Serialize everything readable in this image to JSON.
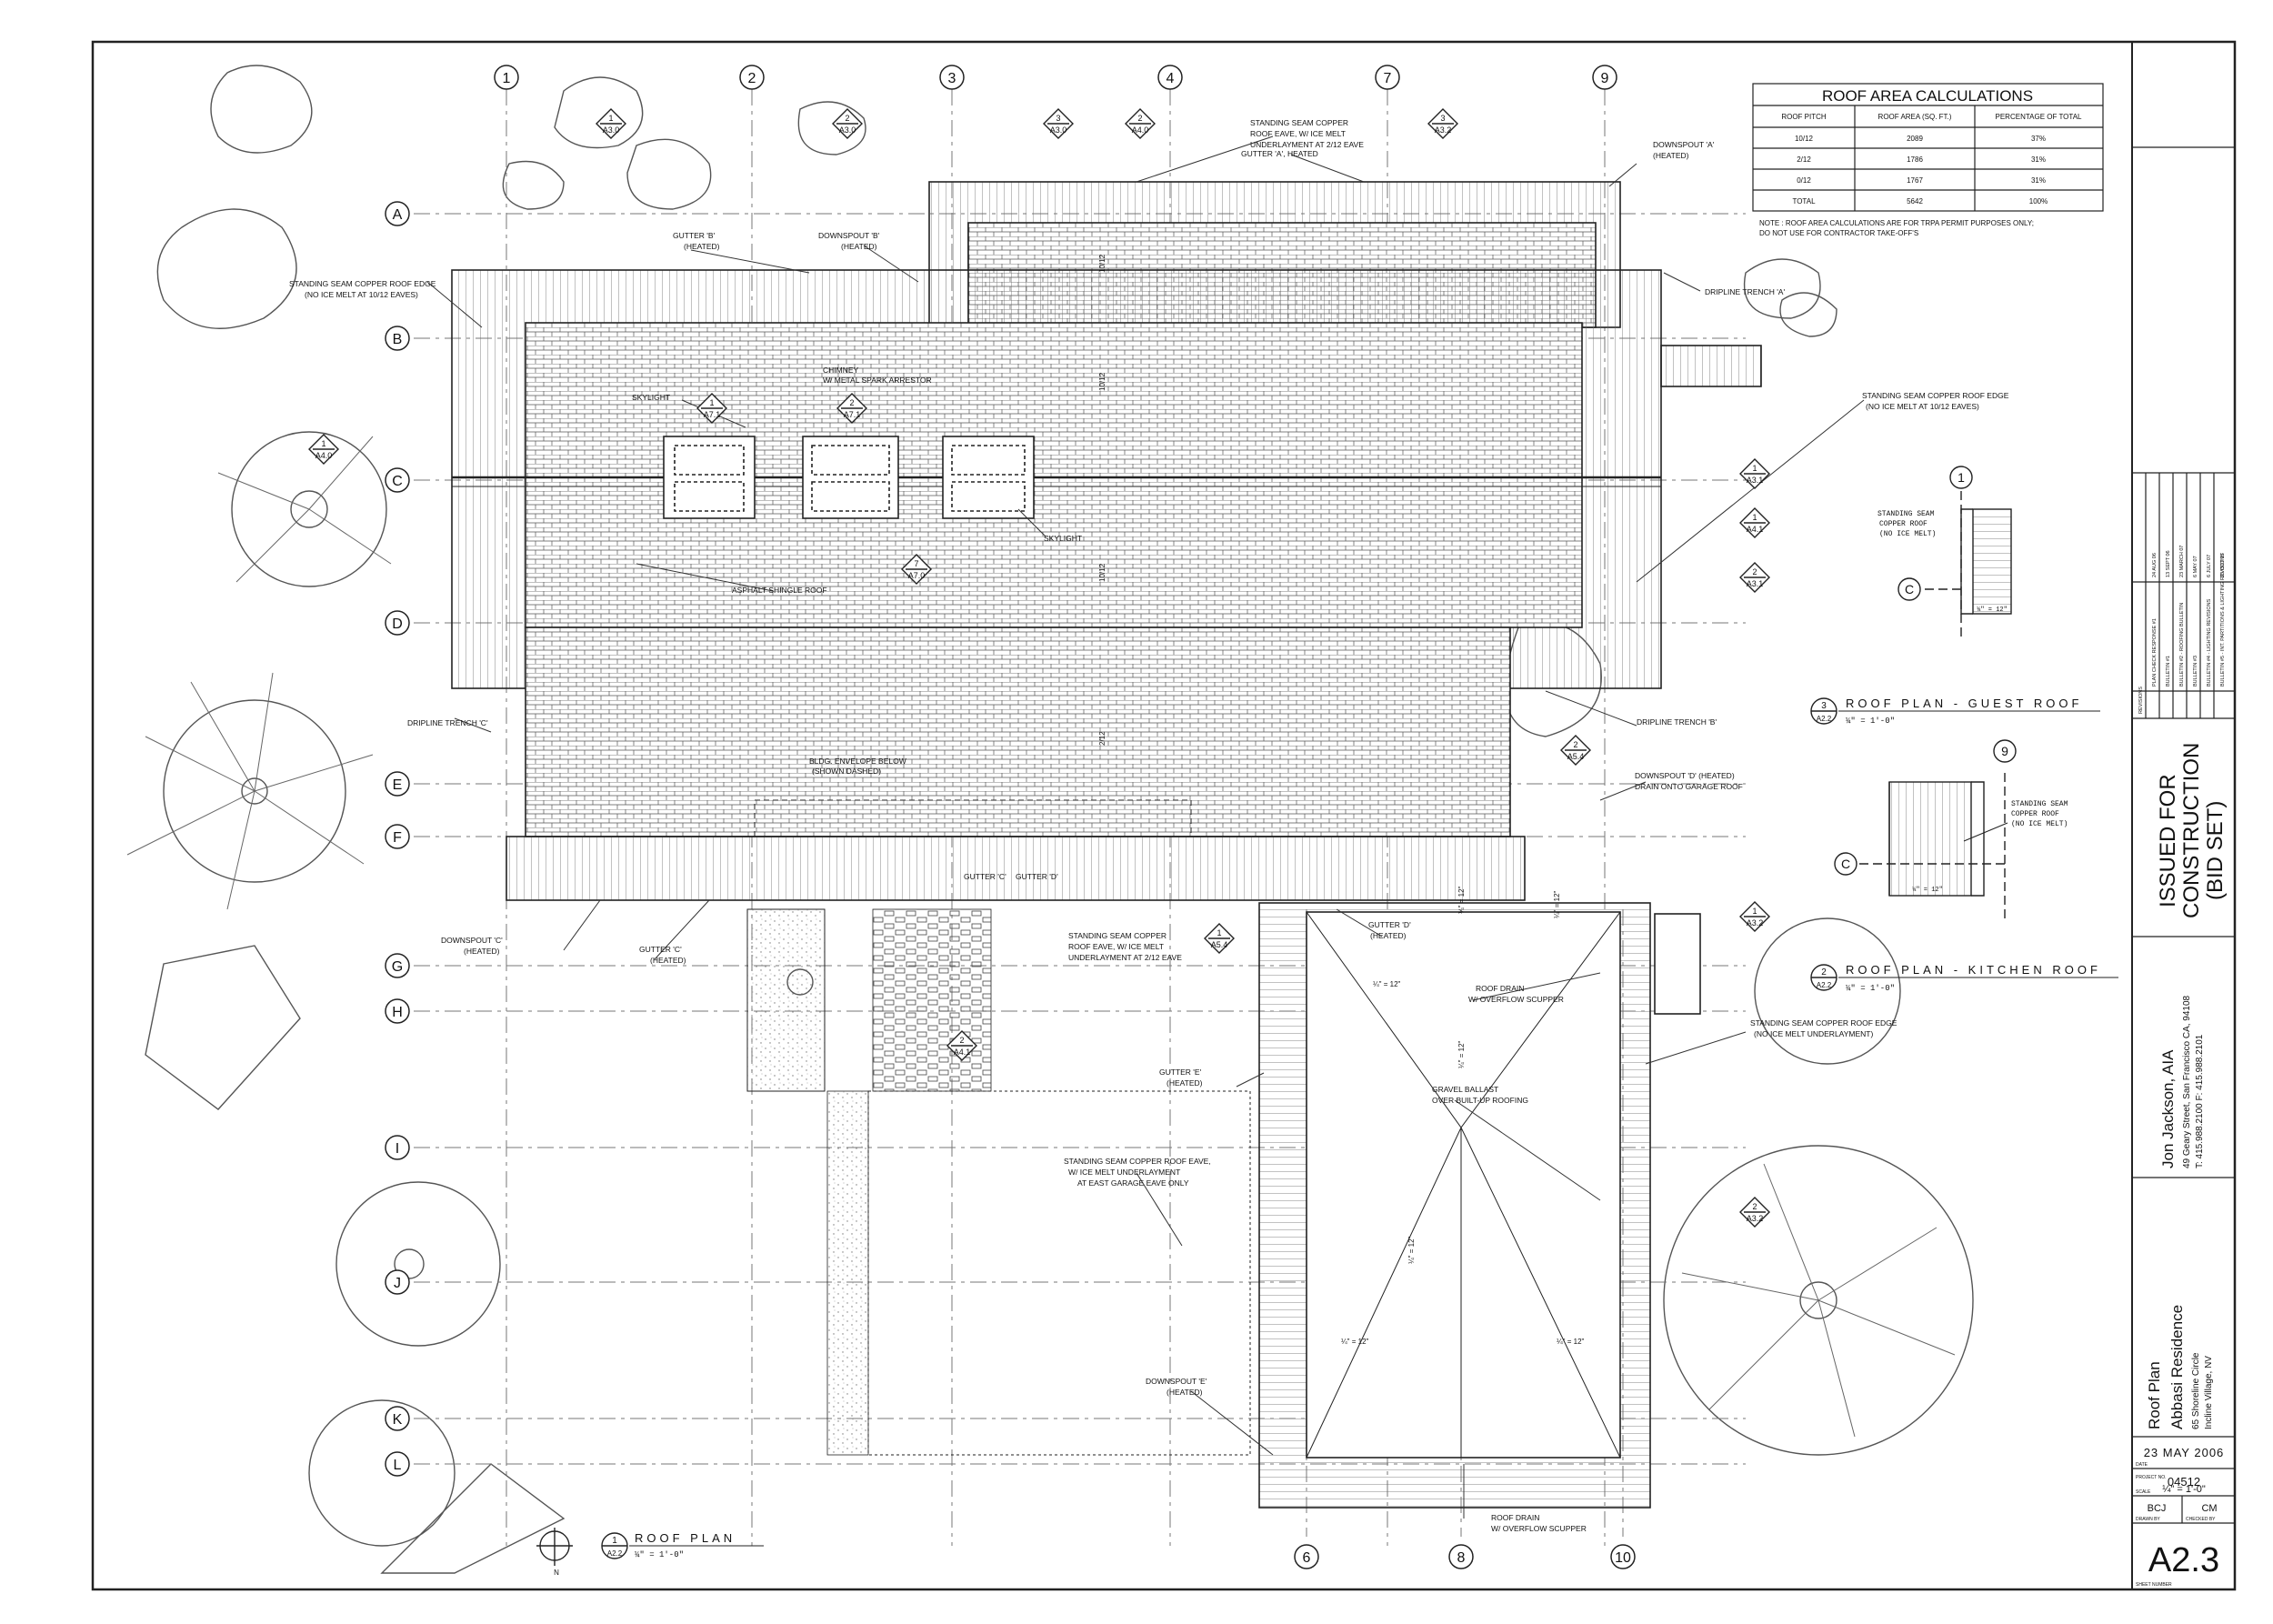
{
  "roof_table": {
    "title": "ROOF AREA CALCULATIONS",
    "headers": [
      "ROOF PITCH",
      "ROOF AREA (SQ. FT.)",
      "PERCENTAGE OF TOTAL"
    ],
    "rows": [
      [
        "10/12",
        "2089",
        "37%"
      ],
      [
        "2/12",
        "1786",
        "31%"
      ],
      [
        "0/12",
        "1767",
        "31%"
      ],
      [
        "TOTAL",
        "5642",
        "100%"
      ]
    ],
    "note_line1": "NOTE : ROOF AREA CALCULATIONS ARE FOR TRPA PERMIT PURPOSES ONLY;",
    "note_line2": "DO NOT USE FOR CONTRACTOR TAKE-OFF'S"
  },
  "grid_columns": [
    "1",
    "2",
    "3",
    "4",
    "7",
    "9",
    "6",
    "8",
    "10"
  ],
  "grid_rows": [
    "A",
    "B",
    "C",
    "D",
    "E",
    "F",
    "G",
    "H",
    "I",
    "J",
    "K",
    "L"
  ],
  "section_tags": [
    {
      "num": "1",
      "sheet": "A3.0"
    },
    {
      "num": "2",
      "sheet": "A3.0"
    },
    {
      "num": "3",
      "sheet": "A3.0"
    },
    {
      "num": "2",
      "sheet": "A4.0"
    },
    {
      "num": "3",
      "sheet": "A3.2"
    },
    {
      "num": "1",
      "sheet": "A4.0"
    },
    {
      "num": "1",
      "sheet": "A7.1"
    },
    {
      "num": "2",
      "sheet": "A7.1"
    },
    {
      "num": "7",
      "sheet": "A7.0"
    },
    {
      "num": "1",
      "sheet": "A3.1"
    },
    {
      "num": "1",
      "sheet": "A4.1"
    },
    {
      "num": "2",
      "sheet": "A3.1"
    },
    {
      "num": "2",
      "sheet": "A5.4"
    },
    {
      "num": "1",
      "sheet": "A5.4"
    },
    {
      "num": "2",
      "sheet": "A4.1"
    },
    {
      "num": "1",
      "sheet": "A3.2"
    },
    {
      "num": "2",
      "sheet": "A3.2"
    }
  ],
  "annotations": {
    "a1": "STANDING SEAM COPPER ROOF EDGE",
    "a1b": "(NO ICE MELT AT 10/12 EAVES)",
    "a2": "GUTTER 'B'",
    "a2b": "(HEATED)",
    "a3": "DOWNSPOUT 'B'",
    "a3b": "(HEATED)",
    "a4": "STANDING SEAM COPPER",
    "a4b": "ROOF EAVE, W/ ICE MELT",
    "a4c": "UNDERLAYMENT AT 2/12 EAVE",
    "a5": "GUTTER 'A', HEATED",
    "a6": "DOWNSPOUT 'A'",
    "a6b": "(HEATED)",
    "a7": "DRIPLINE TRENCH 'A'",
    "a8": "CHIMNEY",
    "a8b": "W/ METAL SPARK ARRESTOR",
    "a9": "SKYLIGHT",
    "a10": "SKYLIGHT",
    "a11": "ASPHALT SHINGLE ROOF",
    "a12": "STANDING SEAM COPPER ROOF EDGE",
    "a12b": "(NO ICE MELT AT 10/12 EAVES)",
    "a13": "DRIPLINE TRENCH 'C'",
    "a14": "DRIPLINE TRENCH 'B'",
    "a15": "BLDG. ENVELOPE BELOW",
    "a15b": "(SHOWN DASHED)",
    "a16": "DOWNSPOUT 'D' (HEATED)",
    "a16b": "DRAIN ONTO GARAGE ROOF",
    "a17": "GUTTER 'C'",
    "a18": "GUTTER 'D'",
    "a19": "DOWNSPOUT 'C'",
    "a19b": "(HEATED)",
    "a20": "GUTTER 'C'",
    "a20b": "(HEATED)",
    "a21": "STANDING SEAM COPPER",
    "a21b": "ROOF EAVE, W/ ICE MELT",
    "a21c": "UNDERLAYMENT AT 2/12 EAVE",
    "a22": "GUTTER 'D'",
    "a22b": "(HEATED)",
    "a23": "ROOF DRAIN",
    "a23b": "W/ OVERFLOW SCUPPER",
    "a24": "STANDING SEAM COPPER ROOF EDGE",
    "a24b": "(NO ICE MELT UNDERLAYMENT)",
    "a25": "GUTTER 'E'",
    "a25b": "(HEATED)",
    "a26": "GRAVEL BALLAST",
    "a26b": "OVER BUILT-UP ROOFING",
    "a27": "STANDING SEAM COPPER ROOF EAVE,",
    "a27b": "W/ ICE MELT UNDERLAYMENT",
    "a27c": "AT EAST GARAGE EAVE ONLY",
    "a28": "DOWNSPOUT 'E'",
    "a28b": "(HEATED)",
    "a29": "ROOF DRAIN",
    "a29b": "W/ OVERFLOW SCUPPER"
  },
  "pitches": [
    "10/12",
    "10/12",
    "10/12",
    "2/12",
    "¼\" = 12\"",
    "¼\" = 12\"",
    "¼\" = 12\"",
    "¼\" = 12\"",
    "¼\" = 12\"",
    "¼\" = 12\"",
    "¼\" = 12\""
  ],
  "detail_guest": {
    "num": "3",
    "sheet": "A2.2",
    "title": "ROOF PLAN - GUEST ROOF",
    "scale": "¼\" = 1'-0\"",
    "label": "STANDING SEAM",
    "label2": "COPPER ROOF",
    "label3": "(NO ICE MELT)",
    "pitch": "¼\" = 12\"",
    "grid_c": "C",
    "grid_n": "1"
  },
  "detail_kitchen": {
    "num": "2",
    "sheet": "A2.2",
    "title": "ROOF PLAN - KITCHEN ROOF",
    "scale": "¼\" = 1'-0\"",
    "label": "STANDING SEAM",
    "label2": "COPPER ROOF",
    "label3": "(NO ICE MELT)",
    "pitch": "¼\" = 12\"",
    "grid_c": "C",
    "grid_n": "9"
  },
  "main_plan": {
    "num": "1",
    "sheet": "A2.2",
    "title": "ROOF PLAN",
    "scale": "¼\" = 1'-0\""
  },
  "revisions": [
    {
      "desc": "PLAN CHECK RESPONSE #1",
      "date": "24 AUG 06"
    },
    {
      "desc": "BULLETIN #1",
      "date": "13 SEPT 06"
    },
    {
      "desc": "BULLETIN #2 - ROOFING BULLETIN",
      "date": "23 MARCH 07"
    },
    {
      "desc": "BULLETIN #3",
      "date": "6 MAY 07"
    },
    {
      "desc": "BULLETIN #4 - LIGHTING REVISIONS",
      "date": "6 JULY 07"
    },
    {
      "desc": "BULLETIN #5 - INT. PARTITIONS & LIGHTING REVISIONS",
      "date": "25 OCT 07"
    }
  ],
  "revisions_header": "REVISIONS",
  "status_line1": "ISSUED FOR",
  "status_line2": "CONSTRUCTION",
  "status_line3": "(BID SET)",
  "architect": {
    "name": "Jon Jackson, AIA",
    "address": "49 Geary Street, San Francisco CA, 94108",
    "phone": "T: 415.988.2100  F: 415.988.2101"
  },
  "project": {
    "sheet_title": "Roof Plan",
    "name": "Abbasi Residence",
    "address1": "65 Shoreline Circle",
    "address2": "Incline Village, NV"
  },
  "title_block": {
    "date": "23 MAY 2006",
    "date_label": "DATE",
    "project_no": "04512",
    "project_no_label": "PROJECT NO.",
    "scale": "¼\" = 1'-0\"",
    "scale_label": "SCALE",
    "drawn": "BCJ",
    "drawn_label": "DRAWN BY",
    "checked": "CM",
    "checked_label": "CHECKED BY",
    "sheet": "A2.3",
    "sheet_label": "SHEET NUMBER"
  },
  "north": "N"
}
